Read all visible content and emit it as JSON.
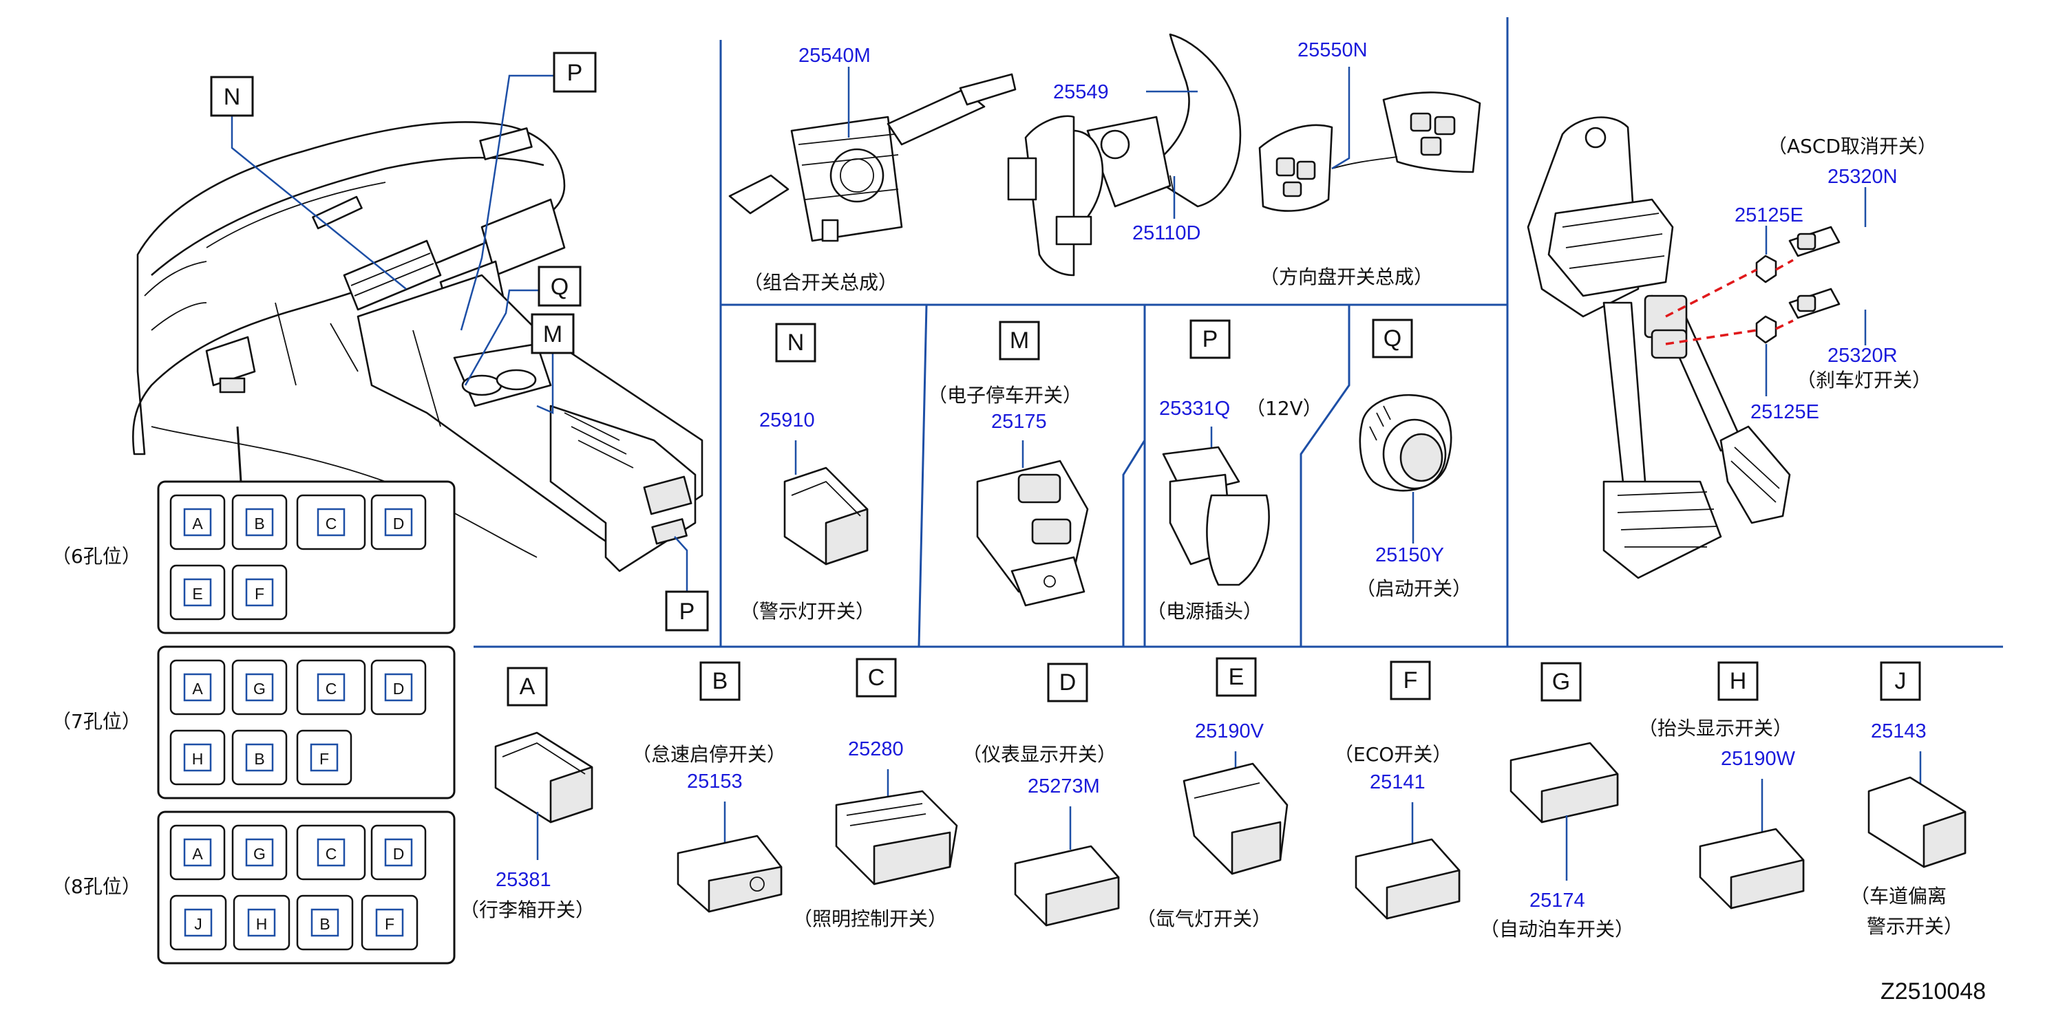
{
  "callouts": {
    "N_top": "N",
    "P_top": "P",
    "Q_top": "Q",
    "M_top": "M",
    "P_bottom": "P",
    "N": "N",
    "M": "M",
    "P": "P",
    "Q": "Q",
    "A": "A",
    "B": "B",
    "C": "C",
    "D": "D",
    "E": "E",
    "F": "F",
    "G": "G",
    "H": "H",
    "J": "J"
  },
  "panel_groups": [
    {
      "label": "（6孔位）",
      "rows": [
        [
          "A",
          "B",
          "C",
          "D"
        ],
        [
          "E",
          "F"
        ]
      ]
    },
    {
      "label": "（7孔位）",
      "rows": [
        [
          "A",
          "G",
          "C",
          "D"
        ],
        [
          "H",
          "B",
          "F"
        ]
      ]
    },
    {
      "label": "（8孔位）",
      "rows": [
        [
          "A",
          "G",
          "C",
          "D"
        ],
        [
          "J",
          "H",
          "B",
          "F"
        ]
      ]
    }
  ],
  "parts": {
    "p25540M": "25540M",
    "p25549": "25549",
    "p25110D": "25110D",
    "p25550N": "25550N",
    "combo_switch": "（组合开关总成）",
    "wheel_switch": "（方向盘开关总成）",
    "asc_cancel": "（ASCD取消开关）",
    "p25320N": "25320N",
    "p25125E_top": "25125E",
    "p25320R": "25320R",
    "brake_lamp": "（刹车灯开关）",
    "p25125E_bottom": "25125E",
    "p25910": "25910",
    "hazard": "（警示灯开关）",
    "epb": "（电子停车开关）",
    "p25175": "25175",
    "p25331Q": "25331Q",
    "v12": "（12V）",
    "power_socket": "（电源插头）",
    "p25150Y": "25150Y",
    "start": "（启动开关）",
    "p25381": "25381",
    "trunk": "（行李箱开关）",
    "idle_stop": "（怠速启停开关）",
    "p25153": "25153",
    "p25280": "25280",
    "lighting": "（照明控制开关）",
    "meter": "（仪表显示开关）",
    "p25273M": "25273M",
    "p25190V": "25190V",
    "xenon": "（氙气灯开关）",
    "eco": "（ECO开关）",
    "p25141": "25141",
    "p25174": "25174",
    "auto_park": "（自动泊车开关）",
    "hud": "（抬头显示开关）",
    "p25190W": "25190W",
    "p25143": "25143",
    "ldw_line1": "（车道偏离",
    "ldw_line2": "警示开关）"
  },
  "diagram_code": "Z2510048",
  "colors": {
    "part_number": "#1a1adb",
    "separator": "#1d4fa6",
    "dashed_leader": "#e0191b",
    "ink": "#111111"
  }
}
